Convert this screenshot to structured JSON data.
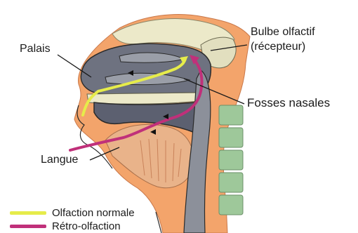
{
  "labels": {
    "palais": "Palais",
    "bulbe_line1": "Bulbe olfactif",
    "bulbe_line2": "(récepteur)",
    "fosses": "Fosses nasales",
    "langue": "Langue"
  },
  "legend": [
    {
      "text": "Olfaction normale",
      "color": "#e6ec4a"
    },
    {
      "text": "Rétro-olfaction",
      "color": "#c0307a"
    }
  ],
  "colors": {
    "skin": "#f3a46b",
    "bone": "#ece9c9",
    "cavity": "#6e7280",
    "throat": "#8c909a",
    "tongue": "#e9b38a",
    "spine": "#9ec89a",
    "outline": "#2a2a2a"
  }
}
